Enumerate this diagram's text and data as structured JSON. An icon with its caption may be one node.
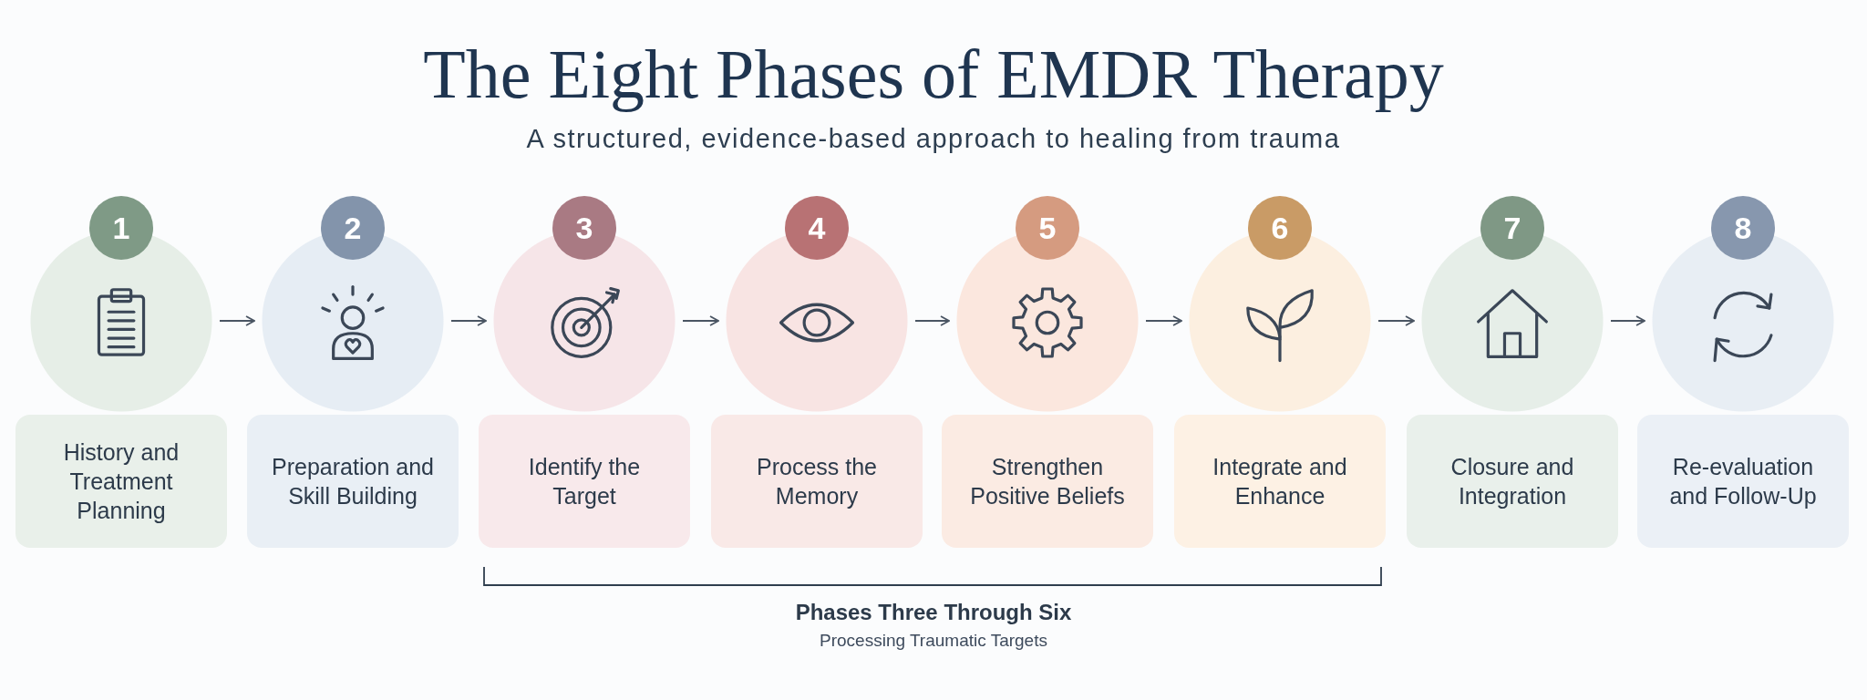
{
  "diagram": {
    "title": "The Eight Phases of EMDR Therapy",
    "caption": "A structured, evidence-based approach to healing from trauma",
    "nodes": [
      {
        "text": [
          "1"
        ]
      },
      {
        "text": [
          "History and Treatment Planning"
        ]
      },
      {
        "text": [
          "2"
        ]
      },
      {
        "text": [
          "Preparation and Skill Building"
        ]
      },
      {
        "text": [
          "3"
        ]
      },
      {
        "text": [
          "Identify the Target"
        ]
      },
      {
        "text": [
          "4"
        ]
      },
      {
        "text": [
          "Process the Memory"
        ]
      },
      {
        "text": [
          "5"
        ]
      },
      {
        "text": [
          "Strengthen Positive Beliefs"
        ]
      },
      {
        "text": [
          "6"
        ]
      },
      {
        "text": [
          "Integrate and Enhance"
        ]
      },
      {
        "text": [
          "7"
        ]
      },
      {
        "text": [
          "Closure and Integration"
        ]
      },
      {
        "text": [
          "8"
        ]
      },
      {
        "text": [
          "Re-evaluation and Follow-Up"
        ]
      }
    ],
    "edges": [
      {
        "from": 0,
        "to": 2,
        "arrow": "to"
      },
      {
        "from": 2,
        "to": 4,
        "arrow": "to"
      },
      {
        "from": 4,
        "to": 6,
        "arrow": "to"
      },
      {
        "from": 6,
        "to": 8,
        "arrow": "to"
      },
      {
        "from": 8,
        "to": 10,
        "arrow": "to"
      },
      {
        "from": 10,
        "to": 12,
        "arrow": "to"
      },
      {
        "from": 12,
        "to": 14,
        "arrow": "to"
      }
    ],
    "labels": [
      "Phases Three Through Six",
      "Processing Traumatic Targets"
    ]
  }
}
